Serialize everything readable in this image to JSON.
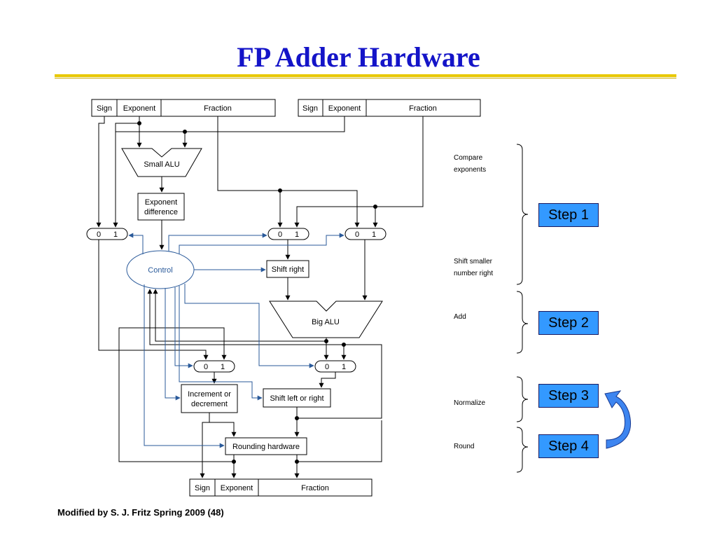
{
  "title": "FP Adder Hardware",
  "footer": "Modified by S. J. Fritz  Spring 2009 (48)",
  "registers": {
    "sign": "Sign",
    "exponent": "Exponent",
    "fraction": "Fraction"
  },
  "blocks": {
    "small_alu": "Small ALU",
    "exp_diff_1": "Exponent",
    "exp_diff_2": "difference",
    "control": "Control",
    "shift_right": "Shift right",
    "big_alu": "Big ALU",
    "inc_dec_1": "Increment or",
    "inc_dec_2": "decrement",
    "shift_lr": "Shift left or right",
    "rounding": "Rounding hardware"
  },
  "mux": {
    "zero": "0",
    "one": "1"
  },
  "stages": {
    "compare_1": "Compare",
    "compare_2": "exponents",
    "shift_1": "Shift smaller",
    "shift_2": "number right",
    "add": "Add",
    "normalize": "Normalize",
    "round": "Round"
  },
  "steps": [
    "Step 1",
    "Step 2",
    "Step 3",
    "Step 4"
  ],
  "colors": {
    "title": "#1414c8",
    "control_line": "#2a5a9a",
    "step_fill": "#3399ff",
    "rule": "#e8c800"
  }
}
